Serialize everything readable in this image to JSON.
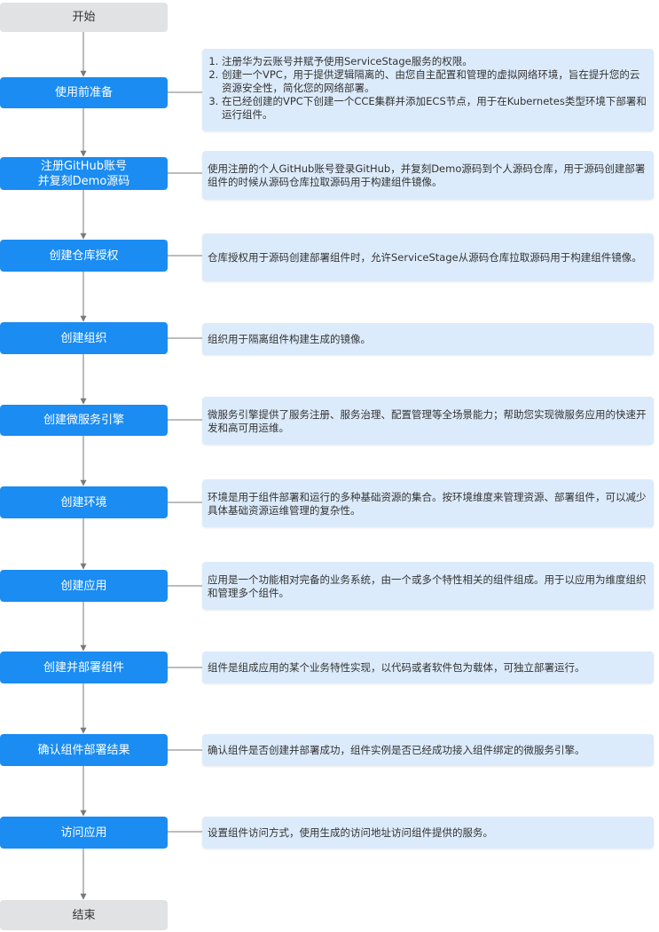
{
  "start_label": "开始",
  "end_label": "结束",
  "steps": [
    {
      "label": "使用前准备",
      "notes": [
        "注册华为云账号并赋予使用ServiceStage服务的权限。",
        "创建一个VPC，用于提供逻辑隔离的、由您自主配置和管理的虚拟网络环境，旨在提升您的云资源安全性，简化您的网络部署。",
        "在已经创建的VPC下创建一个CCE集群并添加ECS节点，用于在Kubernetes类型环境下部署和运行组件。"
      ]
    },
    {
      "label_lines": [
        "注册GitHub账号",
        "并复刻Demo源码"
      ],
      "note": "使用注册的个人GitHub账号登录GitHub，并复刻Demo源码到个人源码仓库，用于源码创建部署组件的时候从源码仓库拉取源码用于构建组件镜像。"
    },
    {
      "label": "创建仓库授权",
      "note": "仓库授权用于源码创建部署组件时，允许ServiceStage从源码仓库拉取源码用于构建组件镜像。"
    },
    {
      "label": "创建组织",
      "note": "组织用于隔离组件构建生成的镜像。"
    },
    {
      "label": "创建微服务引擎",
      "note": "微服务引擎提供了服务注册、服务治理、配置管理等全场景能力；帮助您实现微服务应用的快速开发和高可用运维。"
    },
    {
      "label": "创建环境",
      "note": "环境是用于组件部署和运行的多种基础资源的集合。按环境维度来管理资源、部署组件，可以减少具体基础资源运维管理的复杂性。"
    },
    {
      "label": "创建应用",
      "note": "应用是一个功能相对完备的业务系统，由一个或多个特性相关的组件组成。用于以应用为维度组织和管理多个组件。"
    },
    {
      "label": "创建并部署组件",
      "note": "组件是组成应用的某个业务特性实现，以代码或者软件包为载体，可独立部署运行。"
    },
    {
      "label": "确认组件部署结果",
      "note": "确认组件是否创建并部署成功，组件实例是否已经成功接入组件绑定的微服务引擎。"
    },
    {
      "label": "访问应用",
      "note": "设置组件访问方式，使用生成的访问地址访问组件提供的服务。"
    }
  ],
  "colors": {
    "step_fill": "#1a8cf2",
    "terminal_fill": "#e0e2e4",
    "note_fill": "#dcebfb",
    "connector": "#7a7a7a"
  }
}
